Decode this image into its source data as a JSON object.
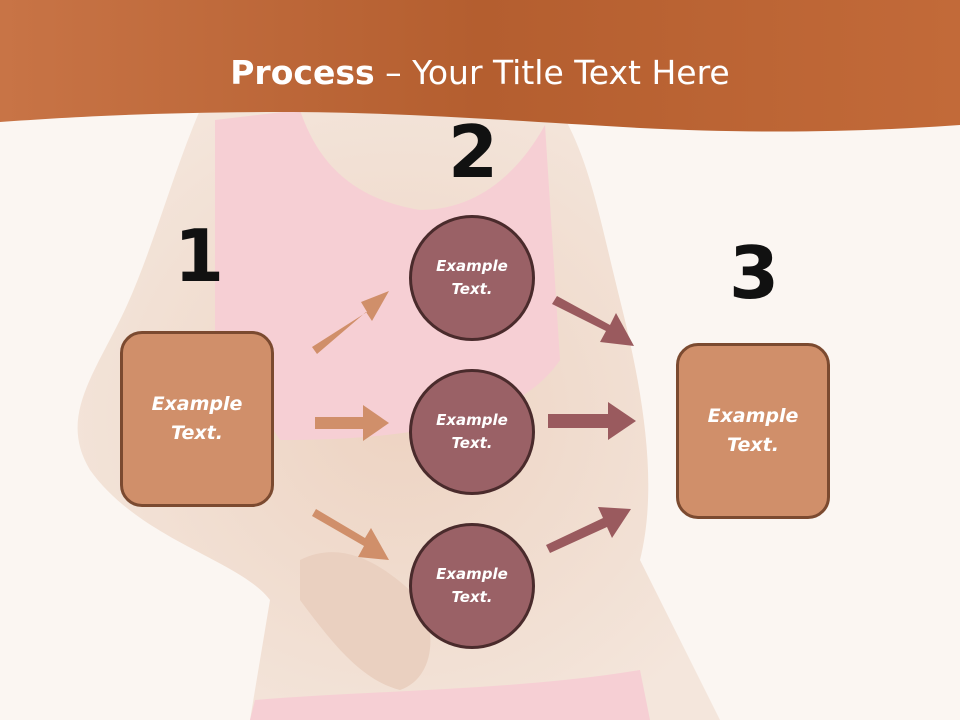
{
  "title": {
    "bold": "Process",
    "rest": " – Your Title Text Here"
  },
  "steps": {
    "one": "1",
    "two": "2",
    "three": "3"
  },
  "nodes": {
    "left_box": {
      "line1": "Example",
      "line2": "Text."
    },
    "circle_top": {
      "line1": "Example",
      "line2": "Text."
    },
    "circle_middle": {
      "line1": "Example",
      "line2": "Text."
    },
    "circle_bottom": {
      "line1": "Example",
      "line2": "Text."
    },
    "right_box": {
      "line1": "Example",
      "line2": "Text."
    }
  },
  "colors": {
    "header": "#c0693a",
    "box_fill": "#d08f6a",
    "circle_fill": "#9a6166",
    "arrow_left": "#d08f6a",
    "arrow_right": "#9a5a5e"
  }
}
